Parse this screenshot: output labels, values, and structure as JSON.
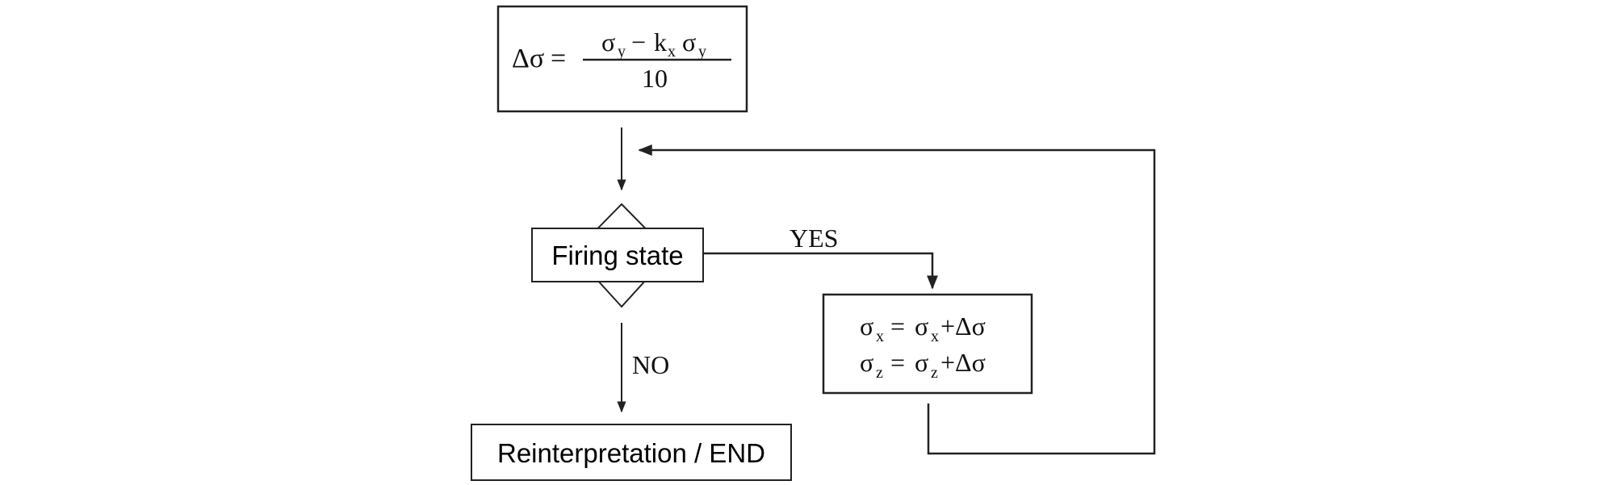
{
  "formula_box": {
    "lhs": "Δσ",
    "equals": "=",
    "numerator_a": "σ",
    "numerator_a_sub": "y",
    "numerator_minus": "−",
    "numerator_k": "k",
    "numerator_k_sub": "x",
    "numerator_b": "σ",
    "numerator_b_sub": "y",
    "denominator": "10"
  },
  "decision": {
    "label": "Firing state"
  },
  "branches": {
    "yes_label": "YES",
    "no_label": "NO"
  },
  "update_box": {
    "line1_lhs": "σ",
    "line1_lhs_sub": "x",
    "line1_eq": "=",
    "line1_rhs": "σ",
    "line1_rhs_sub": "x",
    "line1_tail": "+Δσ",
    "line2_lhs": "σ",
    "line2_lhs_sub": "z",
    "line2_eq": "=",
    "line2_rhs": "σ",
    "line2_rhs_sub": "z",
    "line2_tail": "+Δσ"
  },
  "end_box": {
    "label": "Reinterpretation / END"
  }
}
